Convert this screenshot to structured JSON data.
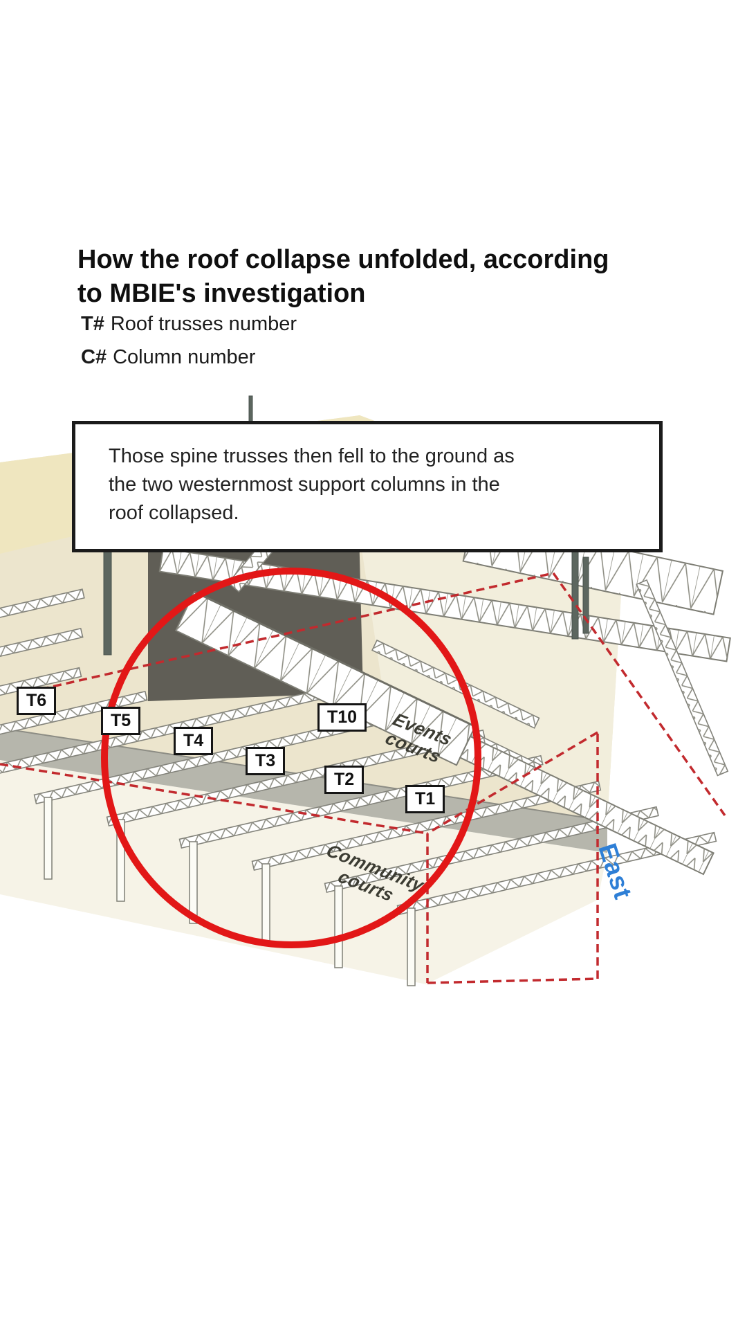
{
  "header": {
    "title": "How the roof collapse unfolded, according\nto MBIE's investigation",
    "legend": [
      {
        "key": "T#",
        "label": "Roof trusses number"
      },
      {
        "key": "C#",
        "label": "Column number"
      }
    ]
  },
  "callout": {
    "text": "Those spine trusses then fell to the ground as\nthe two westernmost support columns in the\nroof collapsed."
  },
  "diagram": {
    "truss_labels": [
      {
        "id": "T6"
      },
      {
        "id": "T5"
      },
      {
        "id": "T4"
      },
      {
        "id": "T3"
      },
      {
        "id": "T2"
      },
      {
        "id": "T1"
      },
      {
        "id": "T10"
      }
    ],
    "area_labels": {
      "events": "Events\ncourts",
      "community": "Community\ncourts"
    },
    "direction_label": "East",
    "colors": {
      "highlight_red": "#e21717",
      "dashed_red": "#c22a2e",
      "east_blue": "#2e7fd6"
    }
  }
}
